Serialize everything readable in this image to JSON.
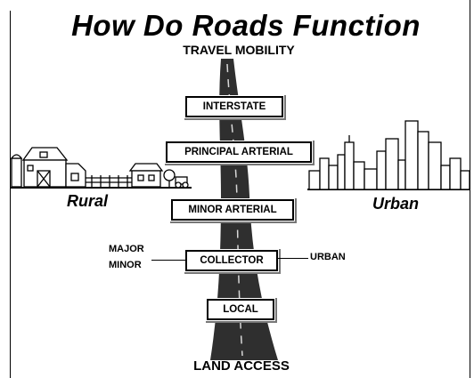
{
  "title": "How Do Roads Function",
  "top_label": "TRAVEL MOBILITY",
  "bottom_label": "LAND ACCESS",
  "road_classes": [
    {
      "label": "INTERSTATE"
    },
    {
      "label": "PRINCIPAL ARTERIAL"
    },
    {
      "label": "MINOR ARTERIAL"
    },
    {
      "label": "COLLECTOR"
    },
    {
      "label": "LOCAL"
    }
  ],
  "side_labels": {
    "major": "MAJOR",
    "minor": "MINOR",
    "urban": "URBAN"
  },
  "areas": {
    "rural": "Rural",
    "urban": "Urban"
  },
  "colors": {
    "road": "#2f2f2f",
    "road_stripe": "#d8d8d8",
    "ink": "#000000"
  }
}
